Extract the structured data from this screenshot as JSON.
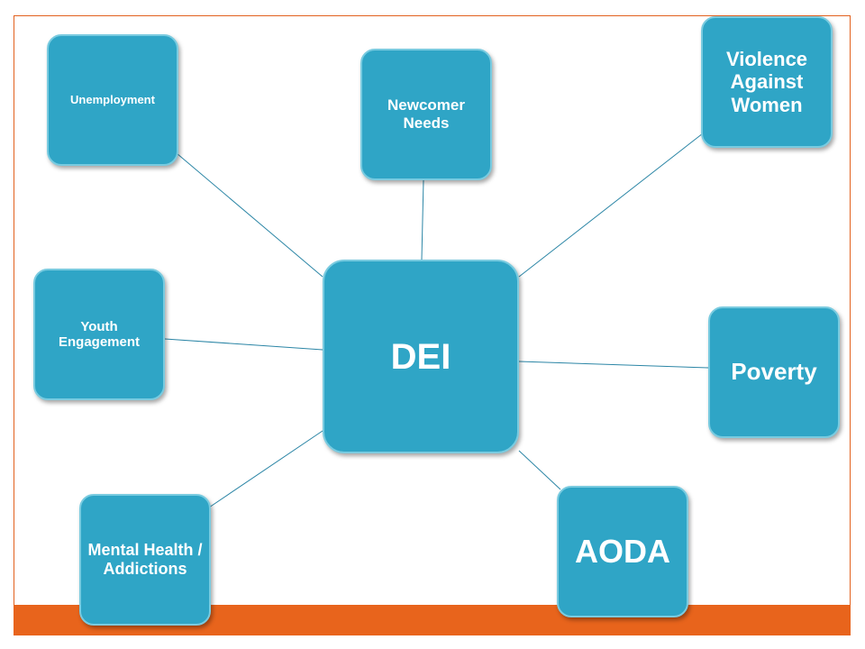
{
  "diagram": {
    "center": {
      "label": "DEI"
    },
    "nodes": [
      {
        "id": "unemployment",
        "label": "Unemployment"
      },
      {
        "id": "newcomer",
        "label": "Newcomer Needs"
      },
      {
        "id": "violence",
        "label": "Violence Against Women"
      },
      {
        "id": "youth",
        "label": "Youth Engagement"
      },
      {
        "id": "poverty",
        "label": "Poverty"
      },
      {
        "id": "aoda",
        "label": "AODA"
      },
      {
        "id": "mental",
        "label": "Mental Health / Addictions"
      }
    ],
    "colors": {
      "node_fill": "#2fa5c6",
      "connector": "#2c86a6",
      "accent_band": "#e8641c"
    }
  }
}
